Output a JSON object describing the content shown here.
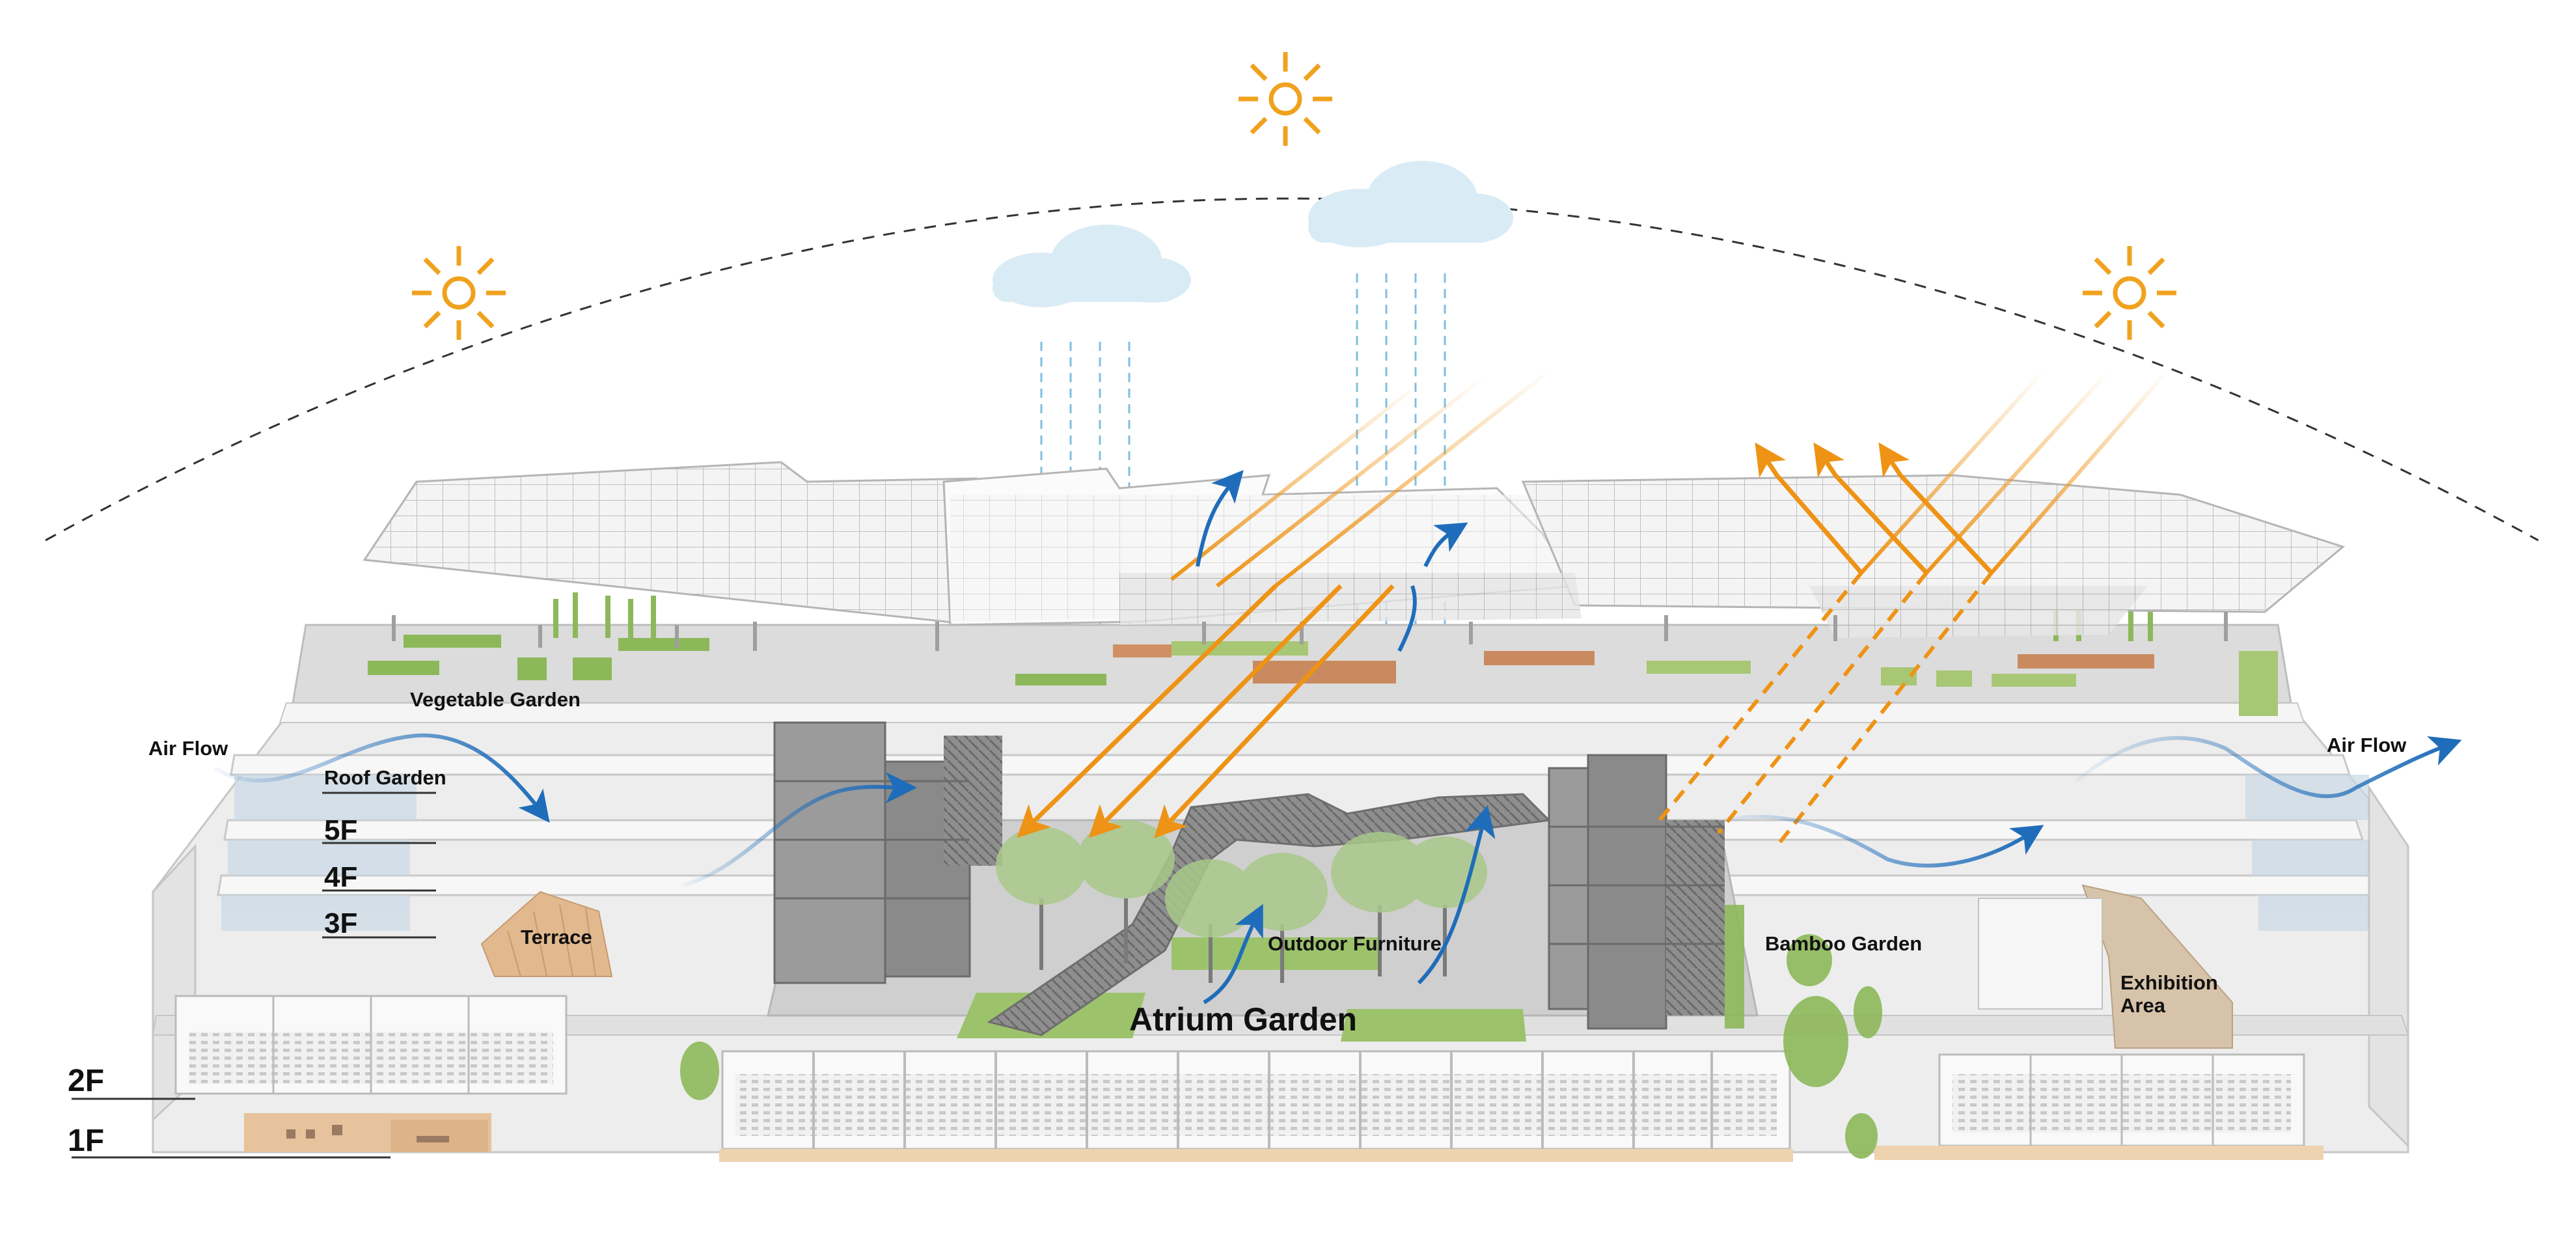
{
  "labels": {
    "vegetable_garden": "Vegetable Garden",
    "air_flow_left": "Air Flow",
    "air_flow_right": "Air Flow",
    "roof_garden": "Roof Garden",
    "floor_5f": "5F",
    "floor_4f": "4F",
    "floor_3f": "3F",
    "floor_2f": "2F",
    "floor_1f": "1F",
    "terrace": "Terrace",
    "outdoor_furniture": "Outdoor Furniture",
    "bamboo_garden": "Bamboo Garden",
    "exhibition_area_line1": "Exhibition",
    "exhibition_area_line2": "Area",
    "atrium_garden": "Atrium Garden"
  },
  "colors": {
    "sun": "#F0A21E",
    "sun_ray": "#EE9315",
    "air_flow": "#1F6DBA",
    "cloud": "#D9ECF6",
    "rain": "#7FBFE0",
    "green": "#8DB85A",
    "grass": "#9CC36B",
    "wood": "#E2B98F",
    "structure": "#BDBDBD",
    "building": "#D4D4D4"
  },
  "icons": [
    "sun-icon",
    "cloud-icon",
    "rain-lines",
    "air-flow-arrow",
    "sunlight-arrow",
    "tree-icon"
  ]
}
